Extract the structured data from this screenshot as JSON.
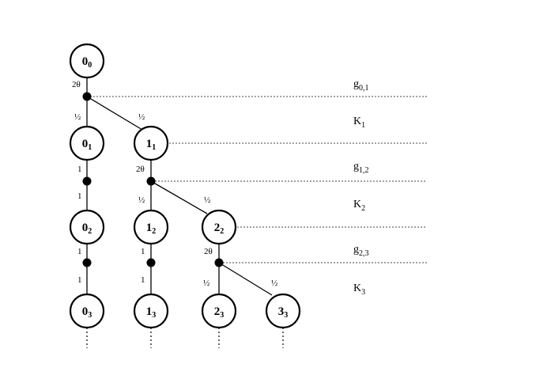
{
  "nodes": [
    {
      "id": "0_0",
      "num": "0",
      "sub": "0"
    },
    {
      "id": "0_1",
      "num": "0",
      "sub": "1"
    },
    {
      "id": "1_1",
      "num": "1",
      "sub": "1"
    },
    {
      "id": "0_2",
      "num": "0",
      "sub": "2"
    },
    {
      "id": "1_2",
      "num": "1",
      "sub": "2"
    },
    {
      "id": "2_2",
      "num": "2",
      "sub": "2"
    },
    {
      "id": "0_3",
      "num": "0",
      "sub": "3"
    },
    {
      "id": "1_3",
      "num": "1",
      "sub": "3"
    },
    {
      "id": "2_3",
      "num": "2",
      "sub": "3"
    },
    {
      "id": "3_3",
      "num": "3",
      "sub": "3"
    }
  ],
  "weights": {
    "two_theta": "2θ",
    "half": "½",
    "one": "1"
  },
  "right_labels": [
    {
      "id": "g01",
      "base": "g",
      "sub": "0,1"
    },
    {
      "id": "K1",
      "base": "K",
      "sub": "1"
    },
    {
      "id": "g12",
      "base": "g",
      "sub": "1,2"
    },
    {
      "id": "K2",
      "base": "K",
      "sub": "2"
    },
    {
      "id": "g23",
      "base": "g",
      "sub": "2,3"
    },
    {
      "id": "K3",
      "base": "K",
      "sub": "3"
    }
  ]
}
